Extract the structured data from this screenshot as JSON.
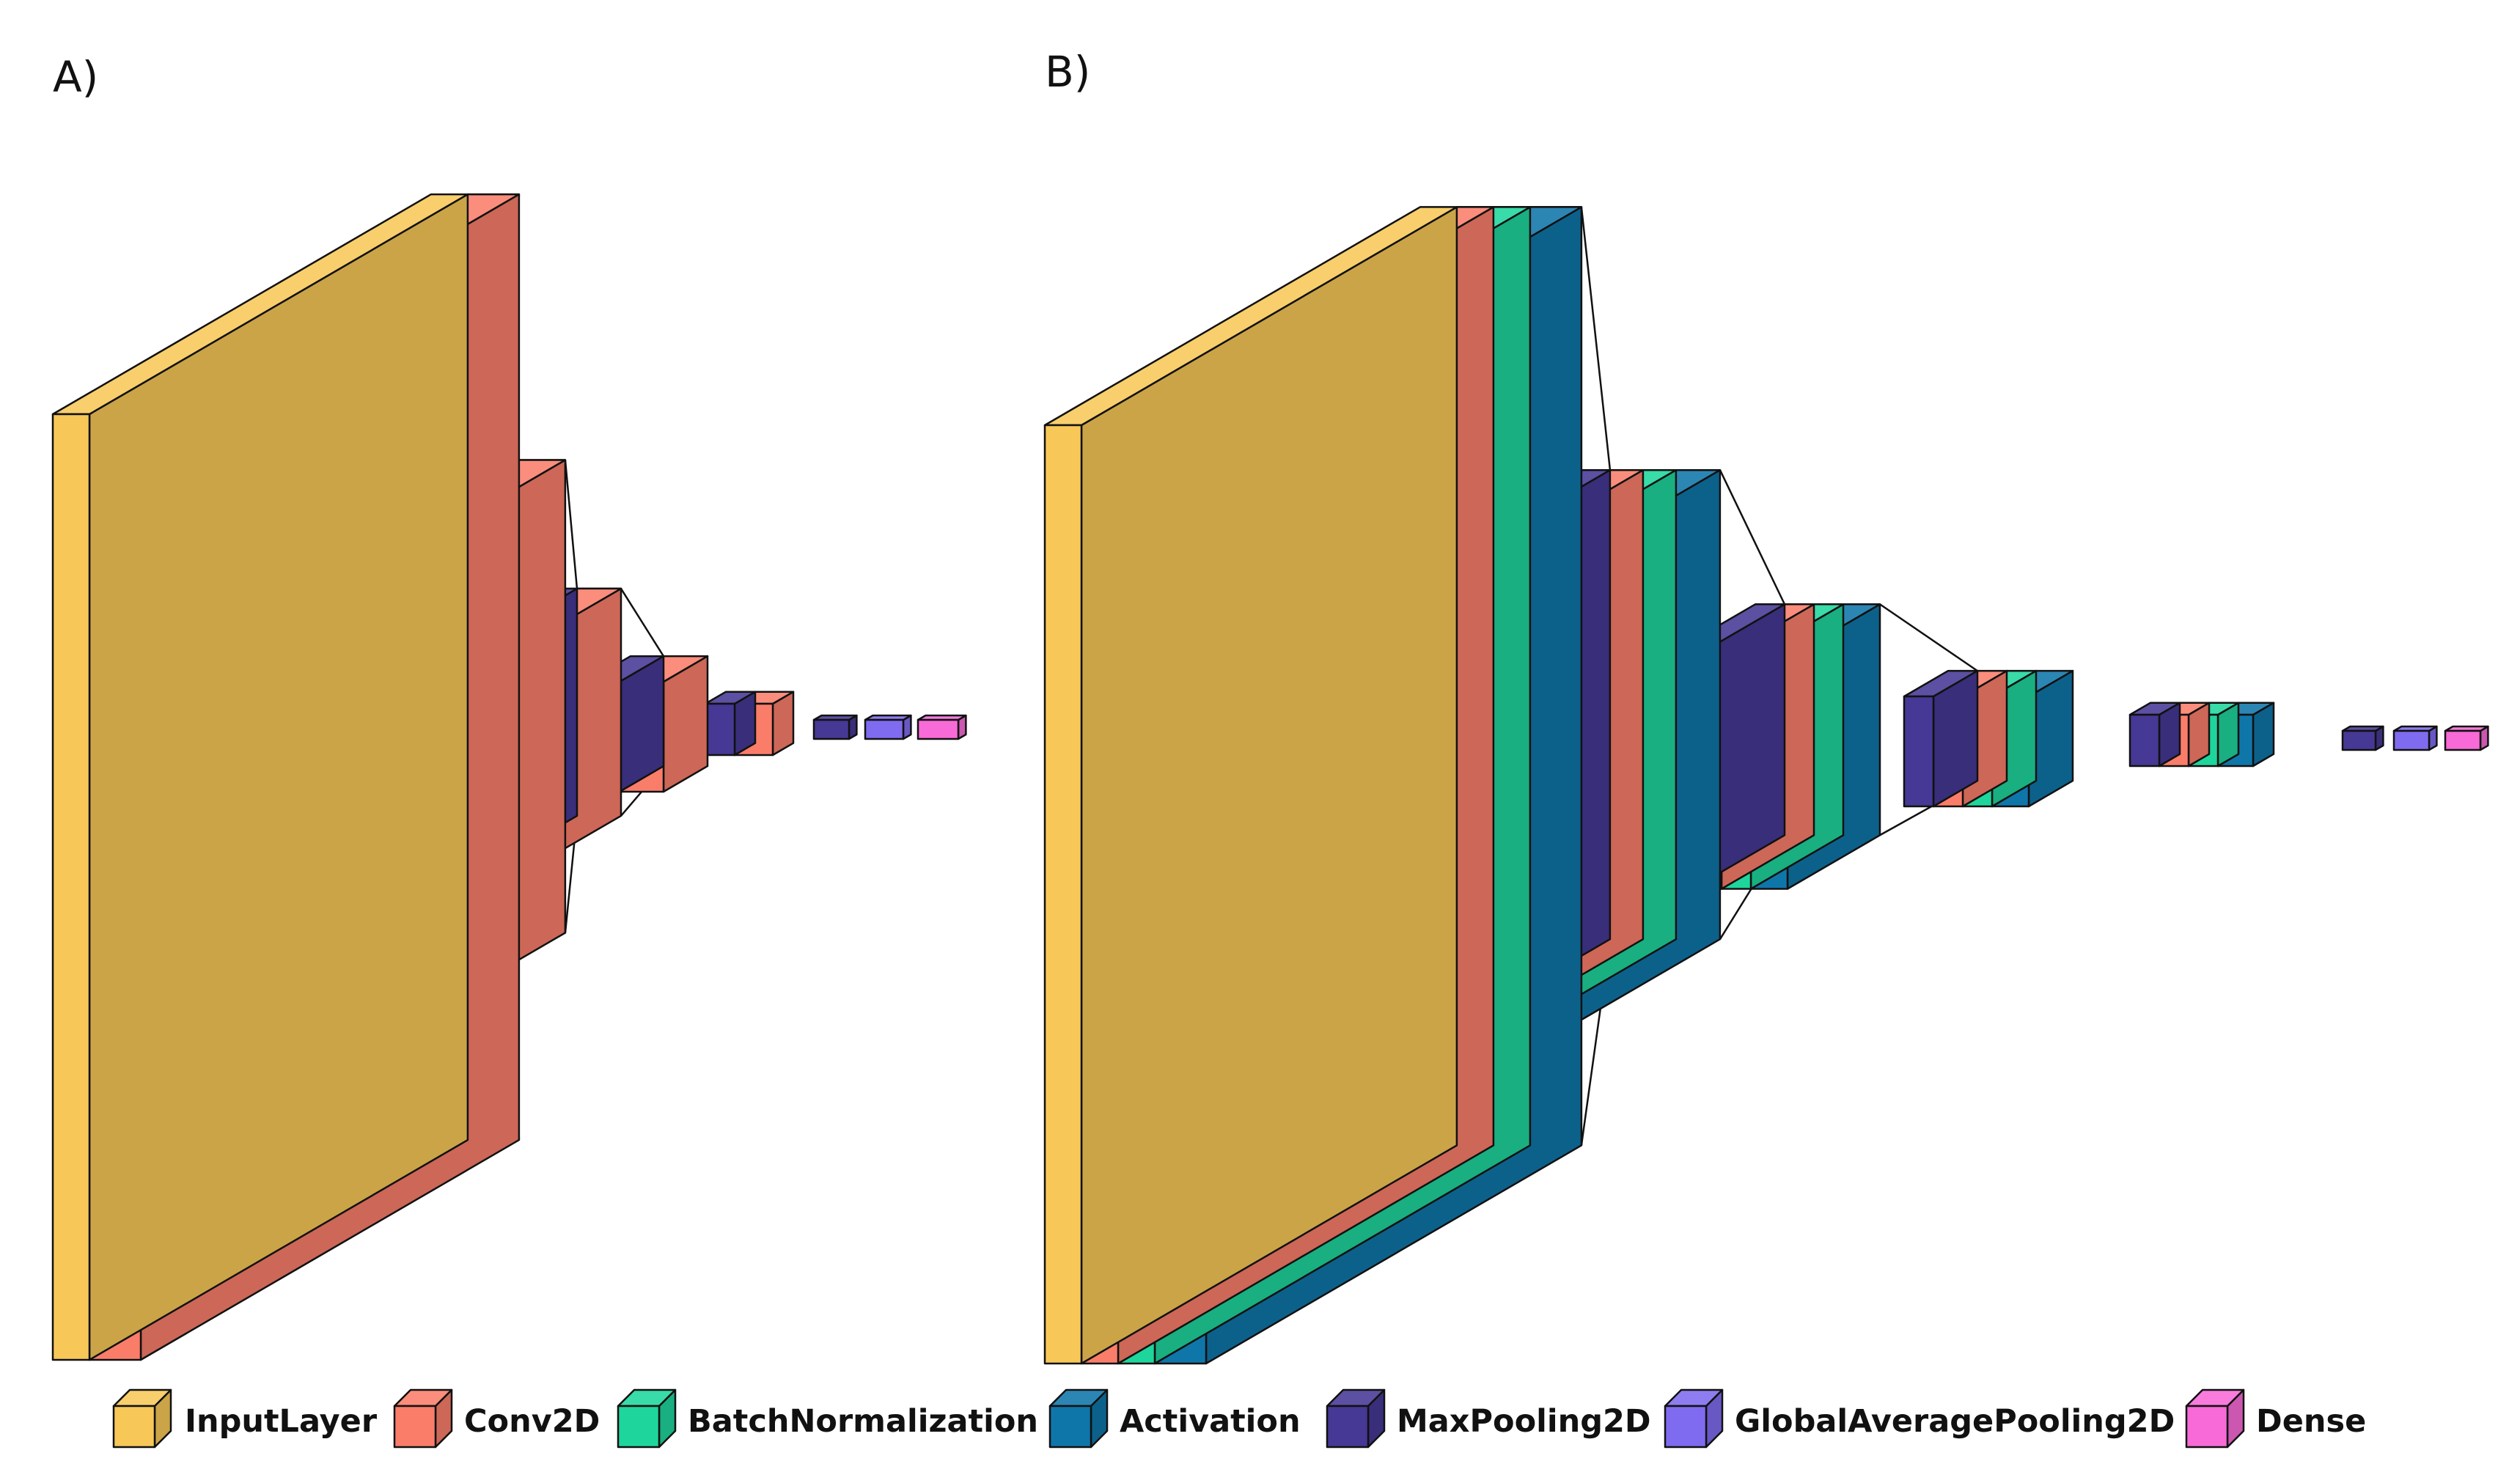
{
  "panels": [
    {
      "label": "A)",
      "layers": [
        "InputLayer",
        "Conv2D",
        "MaxPooling2D",
        "Conv2D",
        "MaxPooling2D",
        "Conv2D",
        "MaxPooling2D",
        "Conv2D",
        "MaxPooling2D",
        "Conv2D",
        "MaxPooling2D",
        "GlobalAveragePooling2D",
        "Dense"
      ]
    },
    {
      "label": "B)",
      "layers": [
        "InputLayer",
        "Conv2D",
        "BatchNormalization",
        "Activation",
        "MaxPooling2D",
        "Conv2D",
        "BatchNormalization",
        "Activation",
        "MaxPooling2D",
        "Conv2D",
        "BatchNormalization",
        "Activation",
        "MaxPooling2D",
        "Conv2D",
        "BatchNormalization",
        "Activation",
        "MaxPooling2D",
        "Conv2D",
        "BatchNormalization",
        "Activation",
        "MaxPooling2D",
        "GlobalAveragePooling2D",
        "Dense"
      ]
    }
  ],
  "legend": [
    {
      "name": "InputLayer",
      "color": "#f7c858"
    },
    {
      "name": "Conv2D",
      "color": "#fa7d6a"
    },
    {
      "name": "BatchNormalization",
      "color": "#1ed69c"
    },
    {
      "name": "Activation",
      "color": "#0f76aa"
    },
    {
      "name": "MaxPooling2D",
      "color": "#463895"
    },
    {
      "name": "GlobalAveragePooling2D",
      "color": "#7f6bef"
    },
    {
      "name": "Dense",
      "color": "#f86ad7"
    }
  ]
}
